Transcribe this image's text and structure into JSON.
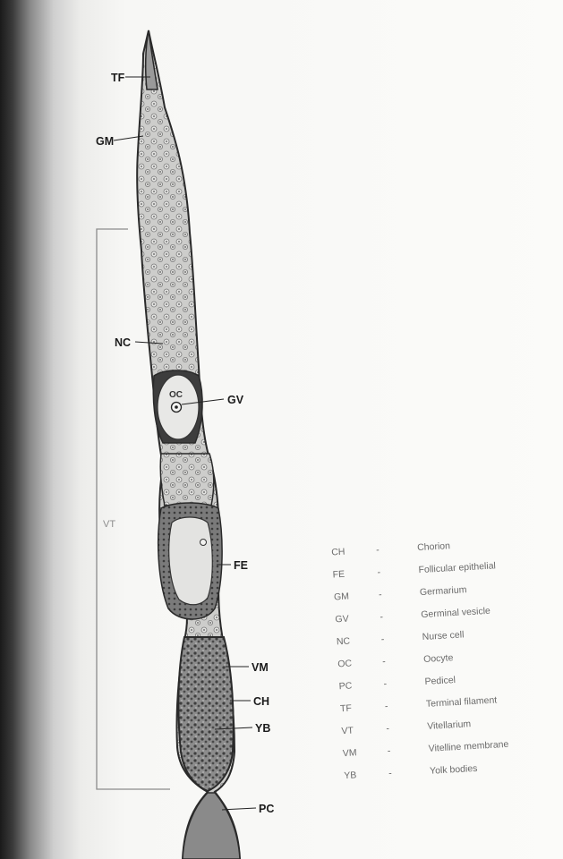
{
  "diagram": {
    "labels": {
      "tf": "TF",
      "gm": "GM",
      "nc": "NC",
      "gv": "GV",
      "fe": "FE",
      "vm": "VM",
      "ch": "CH",
      "yb": "YB",
      "pc": "PC",
      "vt": "VT",
      "oc": "OC"
    }
  },
  "legend": {
    "items": [
      {
        "abbr": "CH",
        "dash": "-",
        "term": "Chorion"
      },
      {
        "abbr": "FE",
        "dash": "-",
        "term": "Follicular epithelial"
      },
      {
        "abbr": "GM",
        "dash": "-",
        "term": "Germarium"
      },
      {
        "abbr": "GV",
        "dash": "-",
        "term": "Germinal vesicle"
      },
      {
        "abbr": "NC",
        "dash": "-",
        "term": "Nurse cell"
      },
      {
        "abbr": "OC",
        "dash": "-",
        "term": "Oocyte"
      },
      {
        "abbr": "PC",
        "dash": "-",
        "term": "Pedicel"
      },
      {
        "abbr": "TF",
        "dash": "-",
        "term": "Terminal filament"
      },
      {
        "abbr": "VT",
        "dash": "-",
        "term": "Vitellarium"
      },
      {
        "abbr": "VM",
        "dash": "-",
        "term": "Vitelline membrane"
      },
      {
        "abbr": "YB",
        "dash": "-",
        "term": "Yolk bodies"
      }
    ]
  },
  "colors": {
    "tissue_light": "#cfcfcf",
    "tissue_dark": "#6f6f6f",
    "outline": "#2a2a2a",
    "oocyte_fill": "#e6e6e4"
  }
}
